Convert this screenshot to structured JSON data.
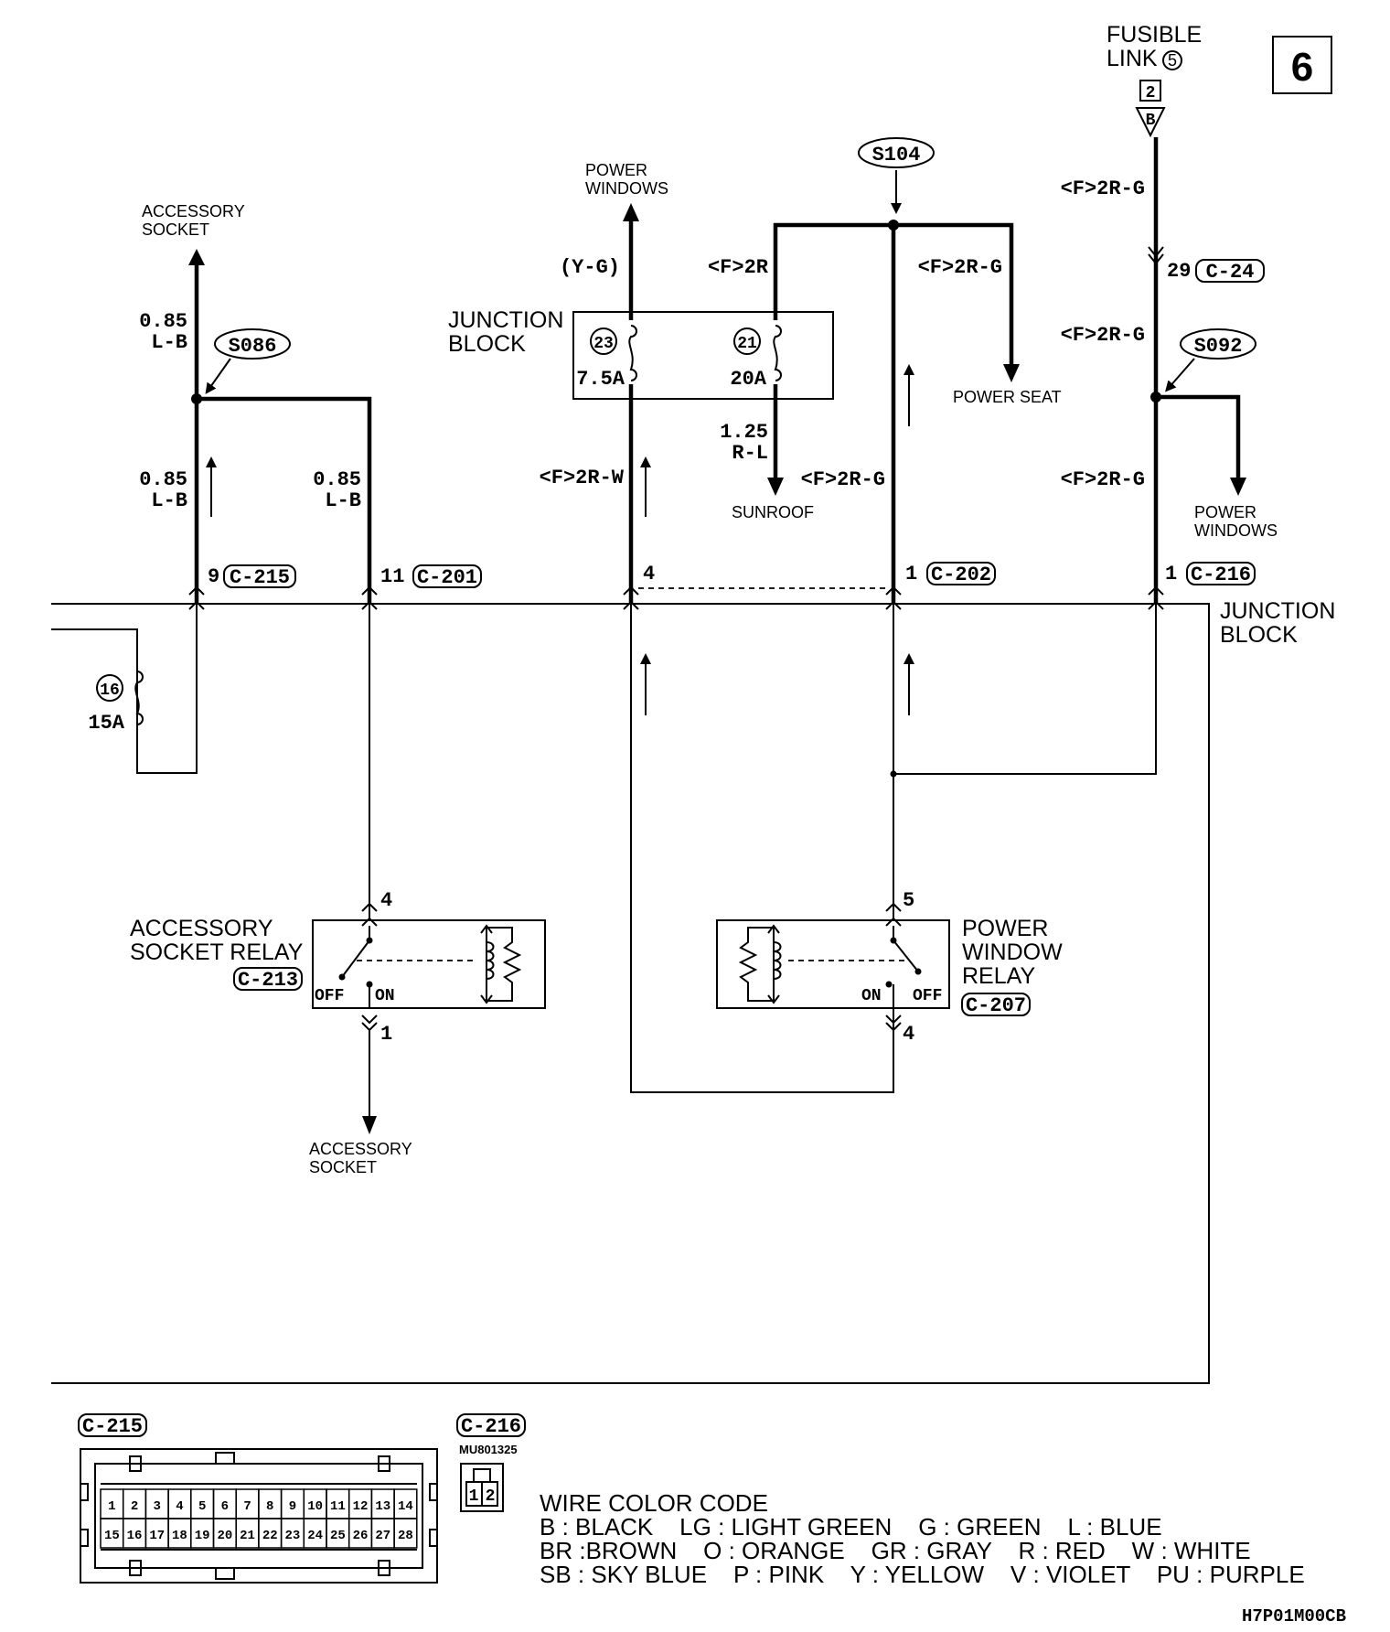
{
  "page_number": "6",
  "fusible_link": {
    "line1": "FUSIBLE",
    "line2": "LINK",
    "num": "5",
    "terminal": "2",
    "wire_letter": "B"
  },
  "splices": {
    "s086": "S086",
    "s104": "S104",
    "s092": "S092"
  },
  "destinations": {
    "accessory_socket_top_1": "ACCESSORY",
    "accessory_socket_top_2": "SOCKET",
    "power_windows_top_1": "POWER",
    "power_windows_top_2": "WINDOWS",
    "power_seat": "POWER SEAT",
    "sunroof": "SUNROOF",
    "power_windows_right_1": "POWER",
    "power_windows_right_2": "WINDOWS",
    "accessory_socket_bottom_1": "ACCESSORY",
    "accessory_socket_bottom_2": "SOCKET"
  },
  "wire_labels": {
    "lb_top_size": "0.85",
    "lb_top_color": "L-B",
    "lb_left_size": "0.85",
    "lb_left_color": "L-B",
    "lb_right_size": "0.85",
    "lb_right_color": "L-B",
    "yg": "(Y-G)",
    "f2r": "<F>2R",
    "f2rg_seat": "<F>2R-G",
    "rl_size": "1.25",
    "rl_color": "R-L",
    "f2rw": "<F>2R-W",
    "f2rg_mid": "<F>2R-G",
    "f2rg_right1": "<F>2R-G",
    "f2rg_right2": "<F>2R-G",
    "f2rg_right3": "<F>2R-G"
  },
  "junction_block_top": {
    "line1": "JUNCTION",
    "line2": "BLOCK"
  },
  "junction_block_main": {
    "line1": "JUNCTION",
    "line2": "BLOCK"
  },
  "fuses": {
    "f23": {
      "num": "23",
      "rating": "7.5A"
    },
    "f21": {
      "num": "21",
      "rating": "20A"
    },
    "f16": {
      "num": "16",
      "rating": "15A"
    }
  },
  "connectors": {
    "c215": {
      "pin": "9",
      "id": "C-215"
    },
    "c201": {
      "pin": "11",
      "id": "C-201"
    },
    "c202_pin4": "4",
    "c202": {
      "pin": "1",
      "id": "C-202"
    },
    "c216": {
      "pin": "1",
      "id": "C-216"
    },
    "c24": {
      "pin": "29",
      "id": "C-24"
    }
  },
  "accessory_relay": {
    "line1": "ACCESSORY",
    "line2": "SOCKET RELAY",
    "connector": "C-213",
    "pin_top": "4",
    "pin_bottom": "1",
    "off": "OFF",
    "on": "ON"
  },
  "power_window_relay": {
    "line1": "POWER",
    "line2": "WINDOW",
    "line3": "RELAY",
    "connector": "C-207",
    "pin_top": "5",
    "pin_bottom": "4",
    "off": "OFF",
    "on": "ON"
  },
  "connector_views": {
    "c215_title": "C-215",
    "c215_row1": [
      "1",
      "2",
      "3",
      "4",
      "5",
      "6",
      "7",
      "8",
      "9",
      "10",
      "11",
      "12",
      "13",
      "14"
    ],
    "c215_row2": [
      "15",
      "16",
      "17",
      "18",
      "19",
      "20",
      "21",
      "22",
      "23",
      "24",
      "25",
      "26",
      "27",
      "28"
    ],
    "c216_title": "C-216",
    "c216_part": "MU801325",
    "c216_pins": [
      "1",
      "2"
    ]
  },
  "legend": {
    "title": "WIRE COLOR CODE",
    "line1": "B : BLACK    LG : LIGHT GREEN    G : GREEN    L : BLUE",
    "line2": "BR :BROWN    O : ORANGE    GR : GRAY    R : RED    W : WHITE",
    "line3": "SB : SKY BLUE    P : PINK    Y : YELLOW    V : VIOLET    PU : PURPLE"
  },
  "diagram_code": "H7P01M00CB"
}
